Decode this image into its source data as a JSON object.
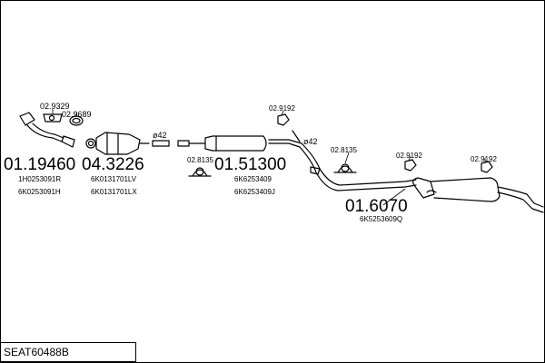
{
  "diagram_code": "SEAT60488B",
  "parts": {
    "front_pipe": {
      "number": "01.19460",
      "refs": [
        "1H0253091R",
        "6K0253091H"
      ]
    },
    "catalyst": {
      "number": "04.3226",
      "refs": [
        "6K0131701LV",
        "6K0131701LX"
      ]
    },
    "middle_silencer": {
      "number": "01.51300",
      "refs": [
        "6K6253409",
        "6K6253409J"
      ]
    },
    "rear_silencer": {
      "number": "01.6070",
      "refs": [
        "6K5253609Q"
      ]
    }
  },
  "accessories": {
    "gasket": "02.9329",
    "ring": "02.9689",
    "clamp_a": "02.8135",
    "clamp_b": "02.8135",
    "hanger_1": "02.9192",
    "hanger_2": "02.9192",
    "hanger_3": "02.9192"
  },
  "diameters": {
    "d1": "ø42",
    "d2": "ø42"
  }
}
